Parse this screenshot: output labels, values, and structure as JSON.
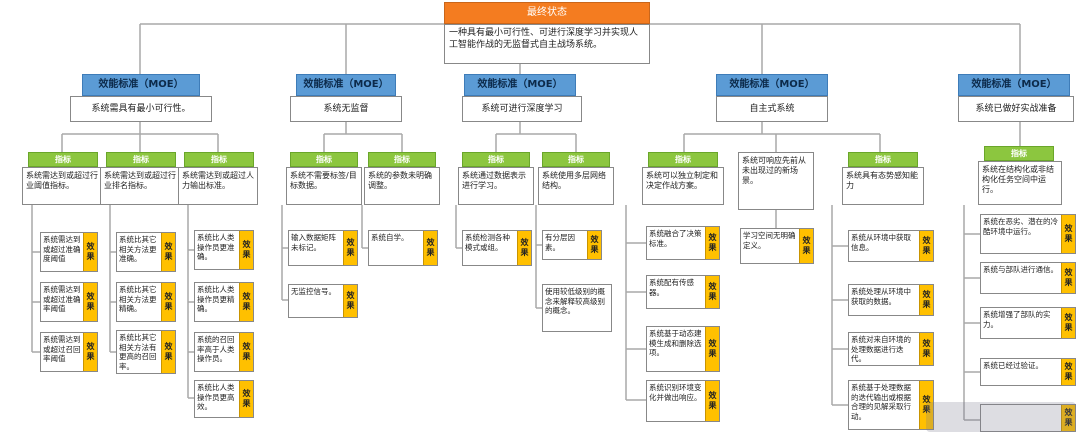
{
  "top": {
    "title": "最终状态",
    "desc": "一种具有最小可行性、可进行深度学习并实现人工智能作战的无监督式自主战场系统。"
  },
  "moe_label": "效能标准（MOE）",
  "ind_label": "指标",
  "eff_label": "效果",
  "moes": [
    {
      "desc": "系统需具有最小可行性。",
      "indicators": [
        {
          "desc": "系统需达到或超过行业阈值指标。",
          "effects": [
            "系统需达到或超过准确度阈值",
            "系统需达到或超过准确率阈值",
            "系统需达到或超过召回率阈值"
          ]
        },
        {
          "desc": "系统需达到或超过行业排名指标。",
          "effects": [
            "系统比其它相关方法更准确。",
            "系统比其它相关方法更精确。",
            "系统比其它相关方法有更高的召回率。"
          ]
        },
        {
          "desc": "系统需达到或超过人力输出标准。",
          "effects": [
            "系统比人类操作员更准确。",
            "系统比人类操作员更精确。",
            "系统的召回率高于人类操作员。",
            "系统比人类操作员更高效。"
          ]
        }
      ]
    },
    {
      "desc": "系统无监督",
      "indicators": [
        {
          "desc": "系统不需要标签/目标数据。",
          "effects": [
            "输入数据矩阵未标记。",
            "无监控信号。"
          ]
        },
        {
          "desc": "系统的参数未明确调整。",
          "effects": [
            "系统自学。"
          ]
        }
      ]
    },
    {
      "desc": "系统可进行深度学习",
      "indicators": [
        {
          "desc": "系统通过数据表示进行学习。",
          "effects": [
            "系统检测各种模式或组。"
          ]
        },
        {
          "desc": "系统使用多层网络结构。",
          "effects": [
            "有分层因素。",
            "使用较低级别的概念来解释较高级别的概念。"
          ]
        }
      ]
    },
    {
      "desc": "自主式系统",
      "indicators": [
        {
          "desc": "系统可以独立制定和决定作战方案。",
          "effects": [
            "系统融合了决策标准。",
            "系统配有传感器。",
            "系统基于动态建模生成和删除选项。",
            "系统识别环境变化并做出响应。"
          ]
        },
        {
          "desc": "系统可响应先前从未出现过的新场景。",
          "effects": [
            "学习空间无明确定义。"
          ]
        },
        {
          "desc": "系统具有态势感知能力",
          "effects": [
            "系统从环境中获取信息。",
            "系统处理从环境中获取的数据。",
            "系统对来自环境的处理数据进行迭代。",
            "系统基于处理数据的迭代输出或根据合理的见解采取行动。"
          ]
        }
      ]
    },
    {
      "desc": "系统已做好实战准备",
      "indicators": [
        {
          "desc": "系统在结构化或非结构化任务空间中运行。",
          "effects": [
            "系统在恶劣、潜在的冷酷环境中运行。",
            "系统与部队进行通信。",
            "系统增强了部队的实力。",
            "系统已经过验证。",
            ""
          ]
        }
      ]
    }
  ]
}
